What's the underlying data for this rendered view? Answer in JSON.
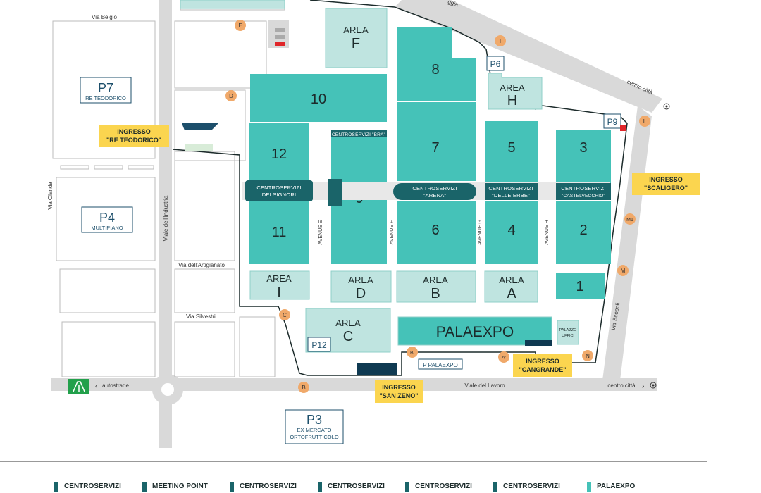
{
  "colors": {
    "hall": "#45c2b8",
    "area": "#bfe4e0",
    "centroservizi": "#1a6469",
    "road": "#d9d9d9",
    "ingresso": "#fbd54f",
    "marker": "#f0a96a",
    "park_border": "#1d4f6b",
    "dark_block": "#0f3a52"
  },
  "halls": [
    {
      "id": "hall-10",
      "label": "10"
    },
    {
      "id": "hall-12",
      "label": "12"
    },
    {
      "id": "hall-11",
      "label": "11"
    },
    {
      "id": "hall-9",
      "label": "9"
    },
    {
      "id": "hall-8",
      "label": "8"
    },
    {
      "id": "hall-7",
      "label": "7"
    },
    {
      "id": "hall-6",
      "label": "6"
    },
    {
      "id": "hall-5",
      "label": "5"
    },
    {
      "id": "hall-4",
      "label": "4"
    },
    {
      "id": "hall-3",
      "label": "3"
    },
    {
      "id": "hall-2",
      "label": "2"
    },
    {
      "id": "hall-1",
      "label": "1"
    }
  ],
  "areas": {
    "f": {
      "word": "AREA",
      "letter": "F"
    },
    "h": {
      "word": "AREA",
      "letter": "H"
    },
    "i": {
      "word": "AREA",
      "letter": "I"
    },
    "d": {
      "word": "AREA",
      "letter": "D"
    },
    "b": {
      "word": "AREA",
      "letter": "B"
    },
    "a": {
      "word": "AREA",
      "letter": "A"
    },
    "c": {
      "word": "AREA",
      "letter": "C"
    }
  },
  "palaexpo": "PALAEXPO",
  "palazzo_uffici": [
    "PALAZZO",
    "UFFICI"
  ],
  "centroservizi": {
    "signori": [
      "CENTROSERVIZI",
      "DEI SIGNORI"
    ],
    "bra": "CENTROSERVIZI \"BRA\"",
    "arena": [
      "CENTROSERVIZI",
      "\"ARENA\""
    ],
    "erbe": [
      "CENTROSERVIZI",
      "\"DELLE ERBE\""
    ],
    "castelvecchio": [
      "CENTROSERVIZI",
      "\"CASTELVECCHIO\""
    ]
  },
  "avenues": [
    "AVENUE E",
    "AVENUE F",
    "AVENUE G",
    "AVENUE H"
  ],
  "parkings": {
    "p7": {
      "name": "P7",
      "sub": "RE TEODORICO"
    },
    "p4": {
      "name": "P4",
      "sub": "MULTIPIANO"
    },
    "p3": {
      "name": "P3",
      "sub1": "EX MERCATO",
      "sub2": "ORTOFRUTTICOLO"
    },
    "p6": {
      "name": "P6"
    },
    "p9": {
      "name": "P9"
    },
    "p12": {
      "name": "P12"
    },
    "ppalaexpo": {
      "name": "P PALAEXPO"
    }
  },
  "ingressi": {
    "re_teodorico": [
      "INGRESSO",
      "\"RE TEODORICO\""
    ],
    "scaligero": [
      "INGRESSO",
      "\"SCALIGERO\""
    ],
    "san_zeno": [
      "INGRESSO",
      "\"SAN ZENO\""
    ],
    "cangrande": [
      "INGRESSO",
      "\"CANGRANDE\""
    ]
  },
  "streets": {
    "belgio": "Via Belgio",
    "olanda": "Via Olanda",
    "industria": "Viale dell'Industria",
    "artigianato": "Via dell'Artigianato",
    "silvestri": "Via Silvestri",
    "lavoro": "Viale del Lavoro",
    "scopoli": "Via Scopoli",
    "autostrade": "autostrade",
    "centro_citta_1": "centro città",
    "centro_citta_2": "centro città",
    "piaggia": "ggia"
  },
  "markers": [
    "E",
    "D",
    "I",
    "L",
    "M1",
    "M",
    "C",
    "B",
    "B'",
    "A'",
    "N"
  ],
  "legend": [
    {
      "label": "CENTROSERVIZI",
      "color": "#1a6469"
    },
    {
      "label": "MEETING POINT",
      "color": "#1a6469"
    },
    {
      "label": "CENTROSERVIZI",
      "color": "#1a6469"
    },
    {
      "label": "CENTROSERVIZI",
      "color": "#1a6469"
    },
    {
      "label": "CENTROSERVIZI",
      "color": "#1a6469"
    },
    {
      "label": "CENTROSERVIZI",
      "color": "#1a6469"
    },
    {
      "label": "PALAEXPO",
      "color": "#45c2b8"
    }
  ]
}
